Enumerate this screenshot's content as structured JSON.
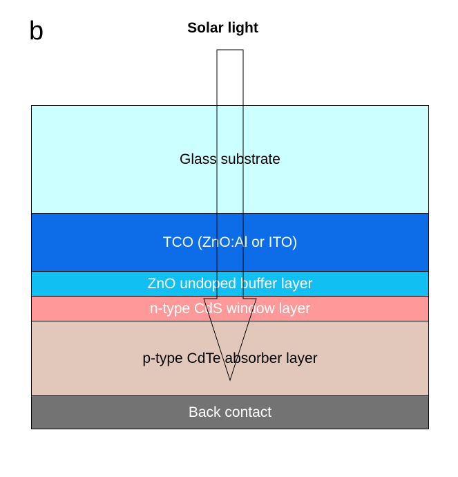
{
  "panel_label": "b",
  "title": "Solar light",
  "layers": [
    {
      "label": "Glass substrate",
      "color": "#ccffff",
      "text_color": "#000000"
    },
    {
      "label": "TCO (ZnO:Al or ITO)",
      "color": "#0d6de8",
      "text_color": "#ffffff"
    },
    {
      "label": "ZnO undoped buffer layer",
      "color": "#11bff2",
      "text_color": "#ffffff"
    },
    {
      "label": "n-type CdS window layer",
      "color": "#ff9999",
      "text_color": "#ffffff"
    },
    {
      "label": "p-type CdTe absorber layer",
      "color": "#e2c8bb",
      "text_color": "#000000"
    },
    {
      "label": "Back contact",
      "color": "#737373",
      "text_color": "#ffffff"
    }
  ],
  "arrow": {
    "direction": "down",
    "icon": "down-arrow-icon"
  }
}
